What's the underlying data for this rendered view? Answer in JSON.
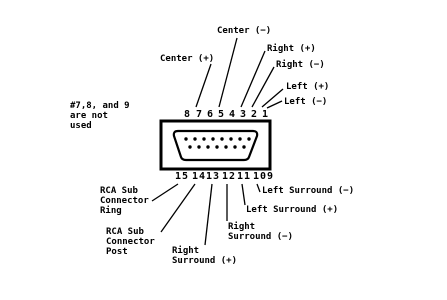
{
  "note_lines": [
    "#7,8, and 9",
    "are not",
    "used"
  ],
  "top_pins": [
    "8",
    "7",
    "6",
    "5",
    "4",
    "3",
    "2",
    "1"
  ],
  "bottom_pins": [
    "15",
    "14",
    "13",
    "12",
    "11",
    "10",
    "9"
  ],
  "labels": {
    "center_minus": "Center (−)",
    "center_plus": "Center (+)",
    "right_plus": "Right (+)",
    "right_minus": "Right (−)",
    "left_plus": "Left (+)",
    "left_minus": "Left (−)",
    "left_surround_minus": "Left Surround (−)",
    "left_surround_plus": "Left Surround (+)",
    "right_surround_minus": [
      "Right",
      "Surround (−)"
    ],
    "right_surround_plus": [
      "Right",
      "Surround (+)"
    ],
    "rca_sub_ring": [
      "RCA Sub",
      "Connector",
      "Ring"
    ],
    "rca_sub_post": [
      "RCA Sub",
      "Connector",
      "Post"
    ]
  },
  "colors": {
    "ink": "#000000",
    "background": "#ffffff"
  }
}
